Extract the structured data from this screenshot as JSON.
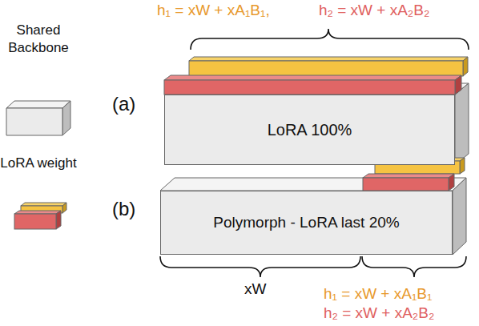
{
  "diagram": {
    "nodes": [
      {
        "text": [
          "LoRA 100%"
        ]
      },
      {
        "text": [
          "Polymorph - LoRA last 20%"
        ]
      }
    ],
    "labels": [
      "h₁ = xW + xA₁B₁,",
      "h₂ = xW + xA₂B₂",
      "(a)",
      "(b)",
      "xW",
      "h₁ = xW + xA₁B₁",
      "h₂ = xW + xA₂B₂"
    ],
    "legend": [
      {
        "text": "Shared Backbone",
        "color": "#ebebeb"
      },
      {
        "text": "LoRA weight"
      }
    ]
  }
}
